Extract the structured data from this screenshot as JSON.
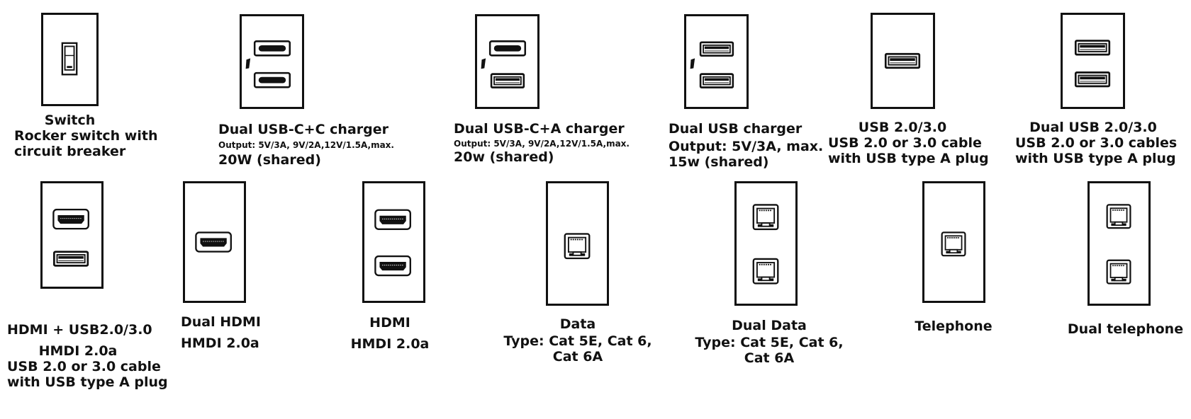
{
  "modules": [
    {
      "id": "switch",
      "title": "Switch",
      "lines": [
        "Rocker switch with",
        "circuit breaker"
      ],
      "icon": "rocker-switch-icon"
    },
    {
      "id": "dual-usb-cc",
      "title": "Dual USB-C+C charger",
      "lines": [
        "Output: 5V/3A, 9V/2A,12V/1.5A,max.",
        "20W (shared)"
      ],
      "icon": "usb-c-port-icon"
    },
    {
      "id": "dual-usb-ca",
      "title": "Dual USB-C+A charger",
      "lines": [
        "Output: 5V/3A, 9V/2A,12V/1.5A,max.",
        "20w (shared)"
      ],
      "icon": "usb-c-port-icon"
    },
    {
      "id": "dual-usb",
      "title": "Dual USB charger",
      "lines": [
        "Output: 5V/3A, max.",
        "15w (shared)"
      ],
      "icon": "usb-a-port-icon"
    },
    {
      "id": "usb",
      "title": "USB 2.0/3.0",
      "lines": [
        "USB 2.0 or 3.0 cable",
        "with USB type A plug"
      ],
      "icon": "usb-a-port-icon"
    },
    {
      "id": "dual-usb-2",
      "title": "Dual USB 2.0/3.0",
      "lines": [
        "USB 2.0 or 3.0 cables",
        "with USB type A plug"
      ],
      "icon": "usb-a-port-icon"
    },
    {
      "id": "hdmi-usb",
      "title": "HDMI + USB2.0/3.0",
      "lines": [
        "HMDI 2.0a",
        "USB 2.0 or 3.0 cable",
        "with USB type A plug"
      ],
      "icon": "hdmi-port-icon"
    },
    {
      "id": "dual-hdmi",
      "title": "Dual HDMI",
      "lines": [
        "HMDI 2.0a"
      ],
      "icon": "hdmi-port-icon"
    },
    {
      "id": "hdmi",
      "title": "HDMI",
      "lines": [
        "HMDI 2.0a"
      ],
      "icon": "hdmi-port-icon"
    },
    {
      "id": "data",
      "title": "Data",
      "lines": [
        "Type: Cat 5E, Cat 6,",
        "Cat 6A"
      ],
      "icon": "rj45-port-icon"
    },
    {
      "id": "dual-data",
      "title": "Dual Data",
      "lines": [
        "Type: Cat 5E, Cat 6,",
        "Cat 6A"
      ],
      "icon": "rj45-port-icon"
    },
    {
      "id": "telephone",
      "title": "Telephone",
      "lines": [],
      "icon": "rj11-port-icon"
    },
    {
      "id": "dual-telephone",
      "title": "Dual telephone",
      "lines": [],
      "icon": "rj11-port-icon"
    }
  ],
  "colors": {
    "line": "#111111",
    "background": "#ffffff"
  }
}
